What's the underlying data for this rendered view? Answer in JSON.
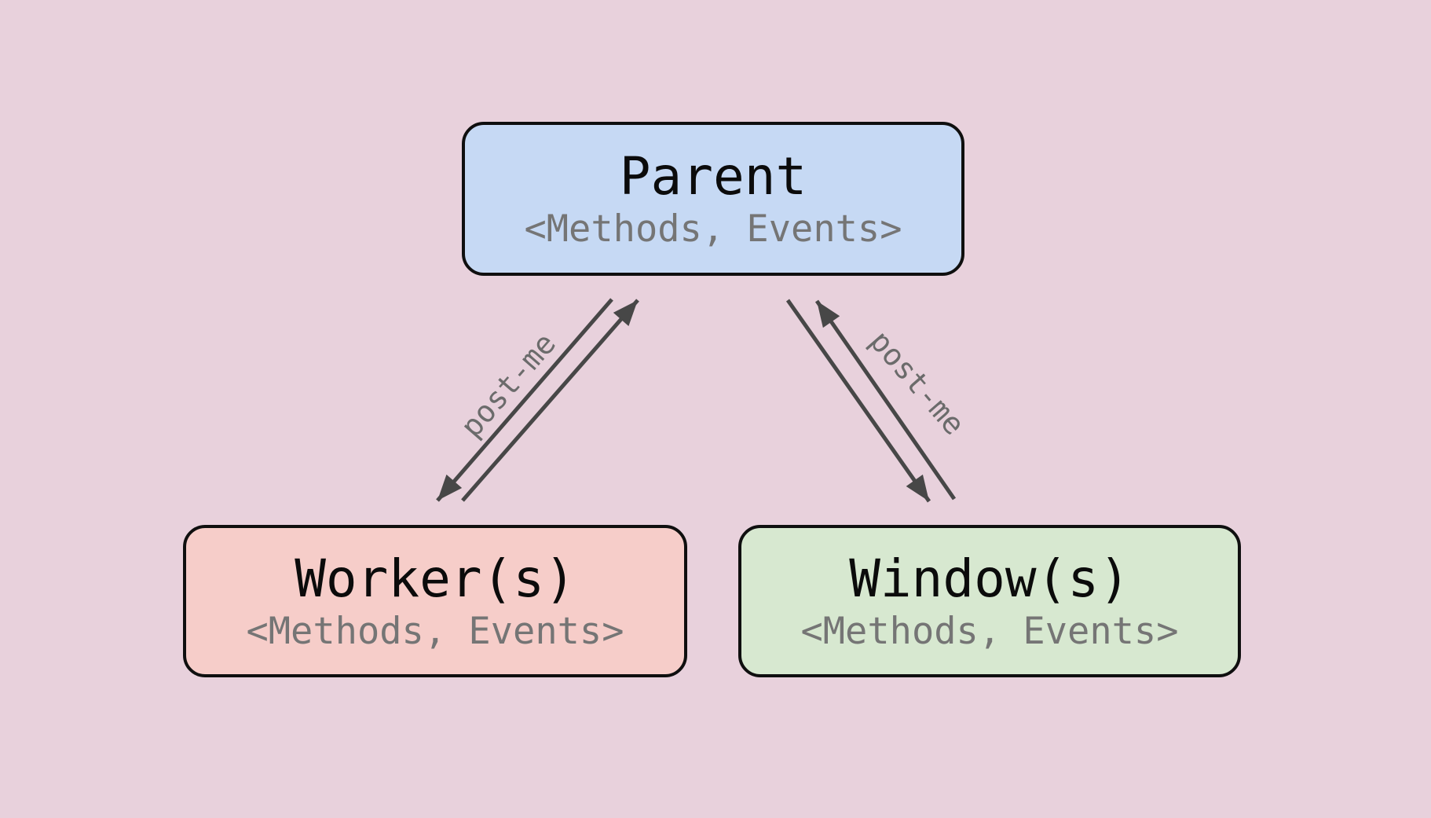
{
  "diagram": {
    "nodes": [
      {
        "id": "parent",
        "label": "Parent",
        "sublabel": "<Methods, Events>",
        "fill": "#c6d9f4"
      },
      {
        "id": "worker",
        "label": "Worker(s)",
        "sublabel": "<Methods, Events>",
        "fill": "#f6cdc9"
      },
      {
        "id": "window",
        "label": "Window(s)",
        "sublabel": "<Methods, Events>",
        "fill": "#d7e8d0"
      }
    ],
    "edges": [
      {
        "from": "Parent",
        "to": "Worker(s)",
        "label": "post-me",
        "bidirectional": true
      },
      {
        "from": "Parent",
        "to": "Window(s)",
        "label": "post-me",
        "bidirectional": true
      }
    ],
    "colors": {
      "background": "#e8d1dc",
      "node_border": "#0f0f0f",
      "arrow": "#474747",
      "edge_label_text": "#6b6b6b",
      "sublabel_text": "#757575",
      "title_text": "#0b0b0b"
    }
  }
}
